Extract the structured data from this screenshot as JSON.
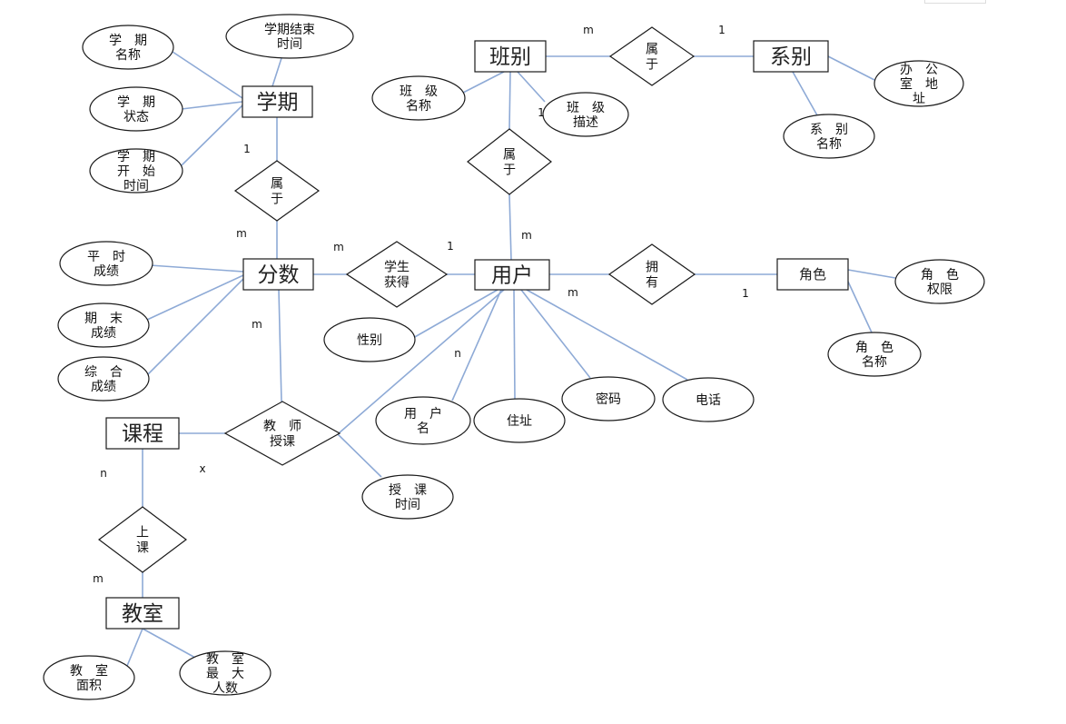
{
  "entities": {
    "semester": "学期",
    "class": "班别",
    "department": "系别",
    "score": "分数",
    "user": "用户",
    "role": "角色",
    "course": "课程",
    "classroom": "教室"
  },
  "relationships": {
    "semester_score": [
      "属",
      "于"
    ],
    "class_department": [
      "属",
      "于"
    ],
    "class_user": [
      "属",
      "于"
    ],
    "user_score": [
      "学生",
      "获得"
    ],
    "user_role": [
      "拥",
      "有"
    ],
    "teacher_course": [
      "教　师",
      "授课"
    ],
    "course_classroom": [
      "上",
      "课"
    ]
  },
  "attributes": {
    "semester_name": [
      "学　期",
      "名称"
    ],
    "semester_end_time": [
      "学期结束",
      "时间"
    ],
    "semester_status": [
      "学　期",
      "状态"
    ],
    "semester_start_time": [
      "学　期",
      "开　始",
      "时间"
    ],
    "class_name": [
      "班　级",
      "名称"
    ],
    "class_desc": [
      "班　级",
      "描述"
    ],
    "dept_office": [
      "办　公",
      "室　地",
      "址"
    ],
    "dept_name": [
      "系　别",
      "名称"
    ],
    "score_regular": [
      "平　时",
      "成绩"
    ],
    "score_final": [
      "期　末",
      "成绩"
    ],
    "score_total": [
      "综　合",
      "成绩"
    ],
    "user_gender": [
      "性别"
    ],
    "user_username": [
      "用　户",
      "名"
    ],
    "user_address": [
      "住址"
    ],
    "user_password": [
      "密码"
    ],
    "user_phone": [
      "电话"
    ],
    "role_permission": [
      "角　色",
      "权限"
    ],
    "role_name": [
      "角　色",
      "名称"
    ],
    "teach_time": [
      "授　课",
      "时间"
    ],
    "room_area": [
      "教　室",
      "面积"
    ],
    "room_capacity": [
      "教　室",
      "最　大",
      "人数"
    ]
  },
  "cardinalities": {
    "class_dept_class": "m",
    "class_dept_dept": "1",
    "class_user_class": "1",
    "class_user_user": "m",
    "semester_score_semester": "1",
    "semester_score_score": "m",
    "user_score_score": "m",
    "user_score_user": "1",
    "user_role_user": "m",
    "user_role_role": "1",
    "teach_score": "m",
    "teach_user": "n",
    "teach_course": "x",
    "course_class_course": "n",
    "course_class_room": "m"
  }
}
